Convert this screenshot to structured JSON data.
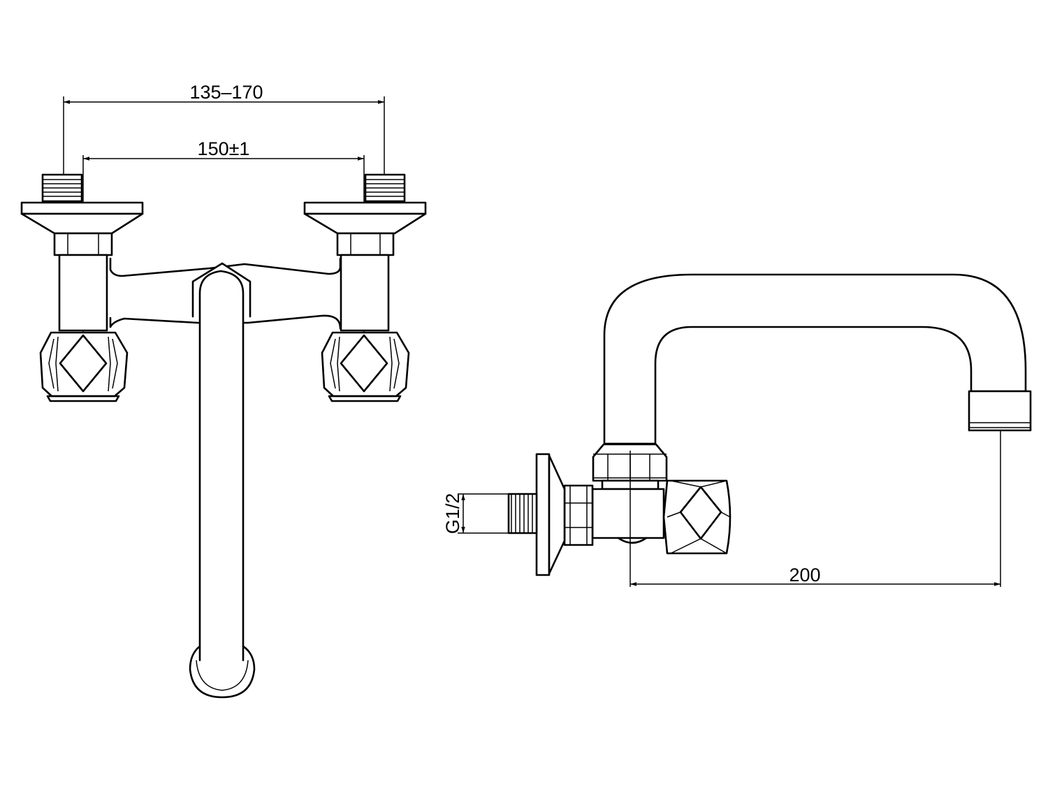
{
  "drawing": {
    "front_view": {
      "dim_outer": "135–170",
      "dim_inner": "150±1"
    },
    "side_view": {
      "dim_thread": "G1/2",
      "dim_reach": "200"
    },
    "line_color": "#000000",
    "background": "#ffffff"
  }
}
